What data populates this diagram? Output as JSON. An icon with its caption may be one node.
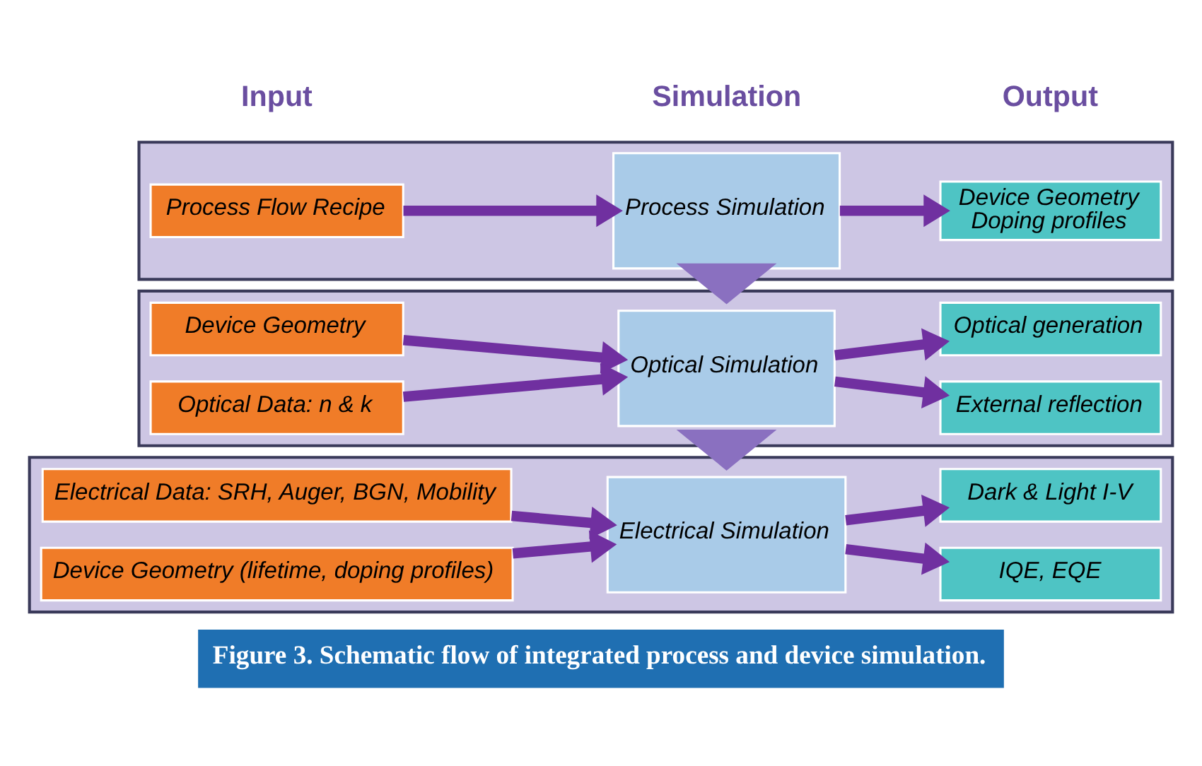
{
  "diagram": {
    "caption": "Figure 3. Schematic flow of integrated process and device simulation.",
    "nodes": [
      {
        "text": [],
        "shape": "box"
      },
      {
        "text": [
          "Process Flow Recipe"
        ],
        "in": 0
      },
      {
        "text": [
          "Process Simulation"
        ],
        "in": 0
      },
      {
        "text": [
          "Device Geometry",
          "Doping profiles"
        ],
        "in": 0
      },
      {
        "text": [],
        "shape": "box"
      },
      {
        "text": [
          "Device Geometry"
        ],
        "in": 4
      },
      {
        "text": [
          "Optical Data: n & k"
        ],
        "in": 4
      },
      {
        "text": [
          "Optical Simulation"
        ],
        "in": 4
      },
      {
        "text": [
          "External reflection"
        ],
        "in": 4
      },
      {
        "text": [
          "Optical generation"
        ],
        "in": 4
      },
      {
        "text": [],
        "shape": "box"
      },
      {
        "text": [
          "Electrical Data: SRH, Auger, BGN, Mobility"
        ],
        "in": 10
      },
      {
        "text": [
          "Device Geometry (lifetime, doping profiles)"
        ],
        "in": 10
      },
      {
        "text": [
          "Electrical Simulation"
        ],
        "in": 10
      },
      {
        "text": [
          "IQE, EQE"
        ],
        "in": 10
      },
      {
        "text": [
          "Dark & Light I-V"
        ],
        "in": 10
      }
    ],
    "edges": [
      {
        "from": 1,
        "to": 2,
        "arrow": "to"
      },
      {
        "from": 2,
        "to": 3,
        "arrow": "to"
      },
      {
        "from": 0,
        "to": 4,
        "arrow": "to"
      },
      {
        "from": 5,
        "to": 7,
        "arrow": "to"
      },
      {
        "from": 6,
        "to": 7,
        "arrow": "to"
      },
      {
        "from": 7,
        "to": 8,
        "arrow": "to"
      },
      {
        "from": 7,
        "to": 9,
        "arrow": "to"
      },
      {
        "from": 4,
        "to": 10,
        "arrow": "to"
      },
      {
        "from": 11,
        "to": 13,
        "arrow": "to"
      },
      {
        "from": 12,
        "to": 13,
        "arrow": "to"
      },
      {
        "from": 13,
        "to": 14,
        "arrow": "to"
      },
      {
        "from": 13,
        "to": 15,
        "arrow": "to"
      }
    ],
    "labels": [
      "Input",
      "Simulation",
      "Output"
    ]
  }
}
